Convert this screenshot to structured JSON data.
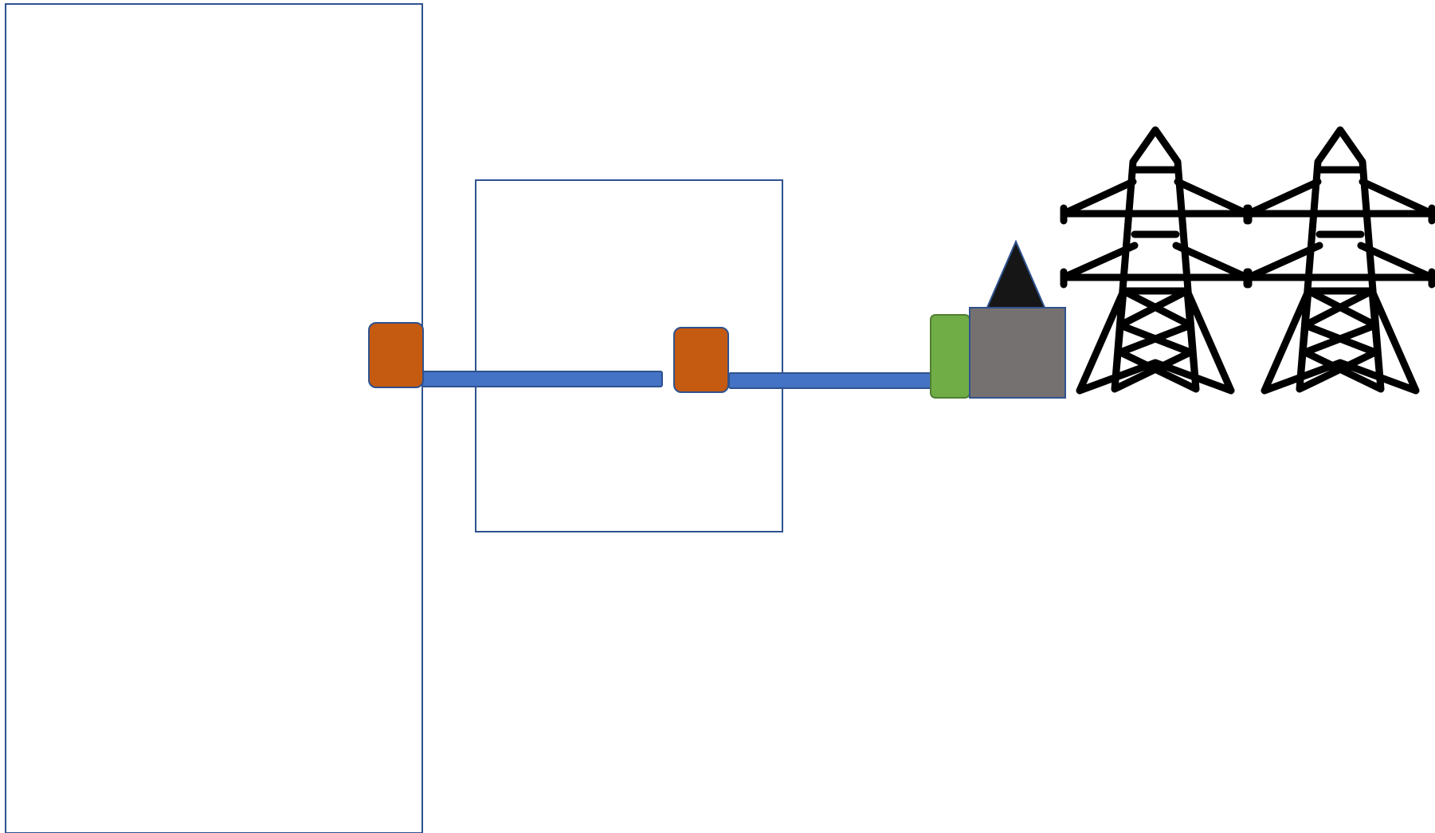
{
  "diagram": {
    "colors": {
      "background": "#ffffff",
      "box_outline": "#2f528f",
      "pipe_fill": "#4472c4",
      "pipe_stroke": "#2f528f",
      "valve_fill": "#c55a11",
      "valve_stroke": "#2f528f",
      "generator_fill": "#70ad47",
      "generator_stroke": "#507e32",
      "transformer_fill": "#767171",
      "transformer_stroke": "#2f528f",
      "triangle_fill": "#161616",
      "tower_stroke": "#000000"
    },
    "components": [
      {
        "id": "large-container",
        "kind": "outlined-rectangle"
      },
      {
        "id": "small-container",
        "kind": "outlined-rectangle"
      },
      {
        "id": "valve-left",
        "kind": "rounded-square"
      },
      {
        "id": "pipe-left",
        "kind": "pipe"
      },
      {
        "id": "valve-middle",
        "kind": "rounded-square"
      },
      {
        "id": "pipe-right",
        "kind": "pipe"
      },
      {
        "id": "generator",
        "kind": "rounded-rectangle"
      },
      {
        "id": "transformer",
        "kind": "rectangle"
      },
      {
        "id": "transformer-peak",
        "kind": "triangle"
      },
      {
        "id": "transmission-tower-1",
        "icon": "transmission-tower-icon"
      },
      {
        "id": "transmission-tower-2",
        "icon": "transmission-tower-icon"
      }
    ]
  }
}
